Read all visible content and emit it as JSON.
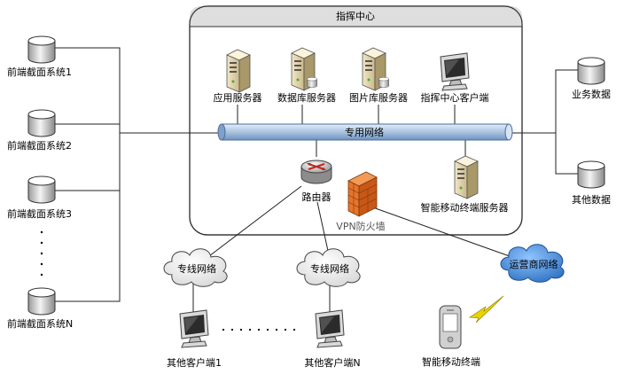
{
  "command_center": {
    "title": "指挥中心"
  },
  "servers": [
    {
      "label": "应用服务器",
      "icon": "server-icon"
    },
    {
      "label": "数据库服务器",
      "icon": "database-server-icon"
    },
    {
      "label": "图片库服务器",
      "icon": "image-server-icon"
    },
    {
      "label": "指挥中心客户端",
      "icon": "monitor-icon"
    }
  ],
  "network": {
    "label": "专用网络"
  },
  "router": {
    "label": "路由器"
  },
  "firewall": {
    "label": "VPN防火墙"
  },
  "mobile_server": {
    "label": "智能移动终端服务器"
  },
  "left_systems": [
    {
      "label": "前端截面系统1"
    },
    {
      "label": "前端截面系统2"
    },
    {
      "label": "前端截面系统3"
    },
    {
      "label": "前端截面系统N"
    }
  ],
  "right_data": [
    {
      "label": "业务数据"
    },
    {
      "label": "其他数据"
    }
  ],
  "clouds": [
    {
      "label": "专线网络"
    },
    {
      "label": "专线网络"
    },
    {
      "label": "运营商网络"
    }
  ],
  "clients": [
    {
      "label": "其他客户端1"
    },
    {
      "label": "其他客户端N"
    }
  ],
  "mobile_terminal": {
    "label": "智能移动终端"
  },
  "colors": {
    "pipe": "#b7cde6",
    "cloud": "#3a7fc8",
    "firewall": "#e8742a",
    "lightning": "#e8c800"
  }
}
